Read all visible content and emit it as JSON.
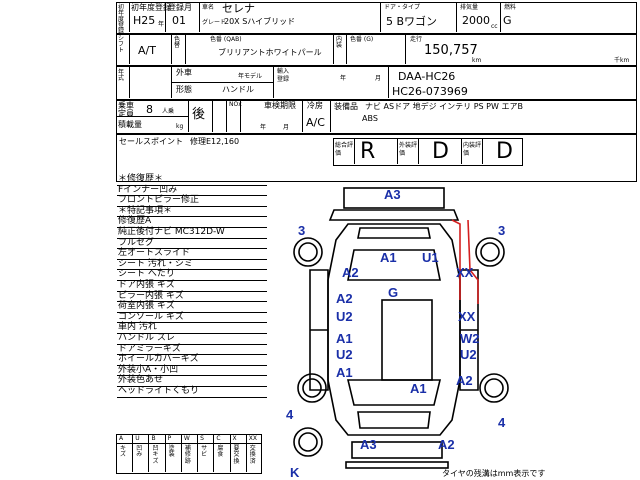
{
  "header": {
    "first_reg_label": "初年度登録",
    "first_reg_year": "H25",
    "first_reg_month": "01",
    "first_reg_month_label": "年",
    "car_name_label": "車名",
    "car_name": "セレナ",
    "grade_label": "グレード",
    "grade": "20X Sハイブリッド",
    "door_type_label": "ドア・タイプ",
    "door_type": "5 Bワゴン",
    "displacement_label": "排気量",
    "displacement": "2000",
    "displacement_unit": "cc",
    "fuel_label": "燃料",
    "fuel": "G"
  },
  "row2": {
    "shift_label": "シフト",
    "shift": "A/T",
    "color_label": "色替",
    "color_code_label": "色番 (QAB)",
    "color_name": "ブリリアントホワイトパール",
    "interior_label": "内装",
    "interior_code_label": "色番 (G)",
    "mileage_label": "走行",
    "mileage": "150,757",
    "mileage_unit": "km",
    "mileage_unit2": "千km"
  },
  "row3": {
    "exterior_label": "外車",
    "model_year_label": "年モデル",
    "import_label": "輸入",
    "import_label2": "登録",
    "shape_label": "形態",
    "handle_label": "ハンドル",
    "year_label": "年",
    "month_label": "月",
    "model_code": "DAA-HC26",
    "chassis_number": "HC26-073969"
  },
  "row4": {
    "capacity_label": "乗車定員",
    "capacity": "8",
    "capacity_unit": "人乗",
    "load_label": "積載量",
    "load_unit": "kg",
    "seating": "後",
    "seating2": "",
    "nox_label": "NOx",
    "inspection_label": "車検期限",
    "inspection_year_label": "年",
    "inspection_month_label": "月",
    "ac_label": "冷房",
    "ac": "A/C",
    "equipment_label": "装備品",
    "equipment": "ナビ ASドア 地デジ インテリ PS PW エアB",
    "equipment2": "ABS"
  },
  "selling_points": {
    "label": "セールスポイント",
    "text": "修理E12,160"
  },
  "grades": {
    "overall_label": "総合評価",
    "overall": "R",
    "exterior_label": "外装評価",
    "exterior": "D",
    "interior_label": "内装評価",
    "interior": "D"
  },
  "notes": [
    "＊修復歴＊",
    "Fインナー凹み",
    "フロントピラー修正",
    "＊特記事項＊",
    "修復歴A",
    "純正後付ナビ MC312D-W",
    "フルセグ",
    "左オートスライド",
    "シート 汚れ・シミ",
    "シート へたり",
    "ドア内張 キズ",
    "ピラー内張 キズ",
    "荷室内張 キズ",
    "コンソール キズ",
    "車内 汚れ",
    "ハンドル スレ",
    "ドアミラーキズ",
    "ホイールカバーキズ",
    "外装小A・小凹",
    "外装色あせ",
    "ヘッドライトくもり"
  ],
  "legend": {
    "codes": [
      "A",
      "U",
      "B",
      "P",
      "W",
      "S",
      "C",
      "X",
      "XX"
    ],
    "meanings": [
      "キズ",
      "凹み",
      "凹キズ",
      "塗装",
      "補修跡",
      "サビ",
      "腐食",
      "要交換",
      "交換済"
    ]
  },
  "damage_marks": [
    {
      "label": "A3"
    },
    {
      "label": "3"
    },
    {
      "label": "3"
    },
    {
      "label": "A1"
    },
    {
      "label": "U1"
    },
    {
      "label": "A2"
    },
    {
      "label": "XX"
    },
    {
      "label": "G"
    },
    {
      "label": "A2"
    },
    {
      "label": "U2"
    },
    {
      "label": "XX"
    },
    {
      "label": "A1"
    },
    {
      "label": "U2"
    },
    {
      "label": "W2"
    },
    {
      "label": "U2"
    },
    {
      "label": "A1"
    },
    {
      "label": "A2"
    },
    {
      "label": "A1"
    },
    {
      "label": "4"
    },
    {
      "label": "4"
    },
    {
      "label": "A3"
    },
    {
      "label": "A2"
    },
    {
      "label": "K"
    }
  ],
  "footer_note": "タイヤの残溝はmm表示です",
  "colors": {
    "mark_blue": "#1a2fa8",
    "repair_red": "#d42020"
  }
}
